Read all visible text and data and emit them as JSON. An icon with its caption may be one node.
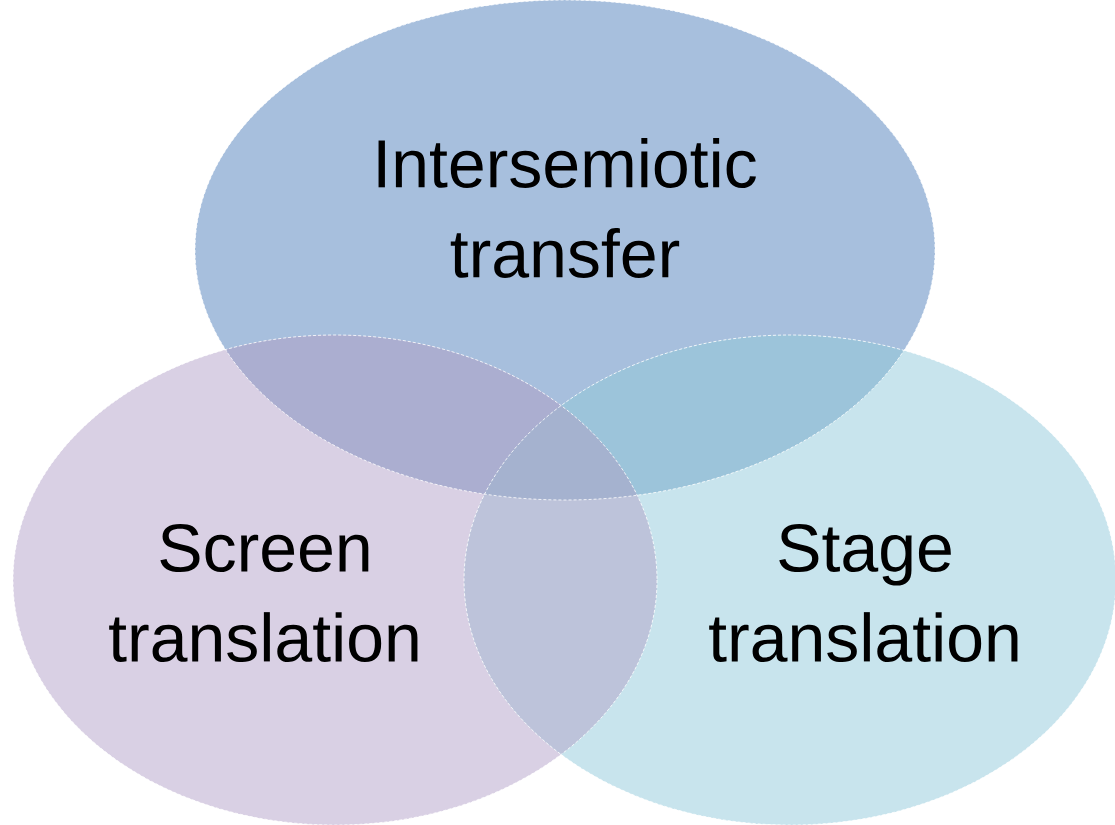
{
  "diagram": {
    "nodes": [
      {
        "text": [
          "Intersemiotic transfer"
        ]
      },
      {
        "text": [
          "Screen translation"
        ]
      },
      {
        "text": [
          "Stage translation"
        ]
      }
    ]
  }
}
